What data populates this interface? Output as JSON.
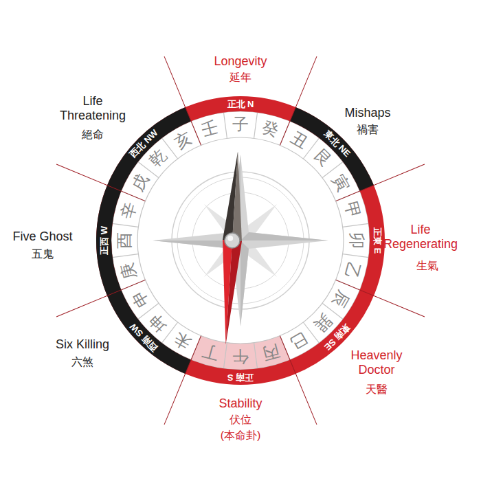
{
  "diagram": {
    "labels": [
      "Longevity",
      "延年",
      "Mishaps",
      "禍害",
      "Life Regenerating",
      "生氣",
      "Heavenly Doctor",
      "天醫",
      "Stability",
      "伏位",
      "(本命卦)",
      "Six Killing",
      "六煞",
      "Five Ghost",
      "五鬼",
      "Life Threatening",
      "絕命",
      "正北 N",
      "東北 NE",
      "正東 E",
      "東南 SE",
      "正南 S",
      "西南 SW",
      "正西 W",
      "西北 NW",
      "子",
      "癸",
      "丑",
      "艮",
      "寅",
      "甲",
      "卯",
      "乙",
      "辰",
      "巽",
      "巳",
      "丙",
      "午",
      "丁",
      "未",
      "坤",
      "申",
      "庚",
      "酉",
      "辛",
      "戌",
      "乾",
      "亥",
      "壬"
    ]
  }
}
